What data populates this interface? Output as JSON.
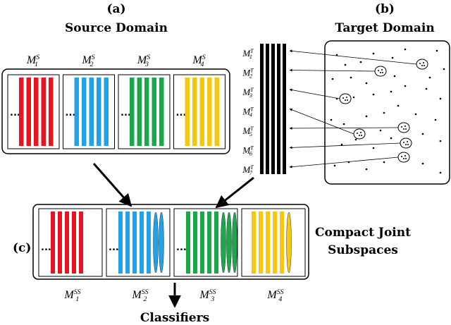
{
  "labels": {
    "panel_a": "(a)",
    "source_domain": "Source Domain",
    "panel_b": "(b)",
    "target_domain": "Target Domain",
    "panel_c": "(c)",
    "compact_joint": "Compact Joint",
    "subspaces": "Subspaces",
    "classifiers": "Classifiers",
    "ellipsis": "..."
  },
  "source_groups": [
    {
      "base": "M",
      "sub": "1",
      "sup": "S",
      "color": "#e8141f"
    },
    {
      "base": "M",
      "sub": "2",
      "sup": "S",
      "color": "#1fa2ea"
    },
    {
      "base": "M",
      "sub": "3",
      "sup": "S",
      "color": "#1aa84a"
    },
    {
      "base": "M",
      "sub": "4",
      "sup": "S",
      "color": "#f7c60f"
    }
  ],
  "target_labels": [
    {
      "base": "M",
      "sub": "1",
      "sup": "T"
    },
    {
      "base": "M",
      "sub": "2",
      "sup": "T"
    },
    {
      "base": "M",
      "sub": "3",
      "sup": "T"
    },
    {
      "base": "M",
      "sub": "4",
      "sup": "T"
    },
    {
      "base": "M",
      "sub": "5",
      "sup": "T"
    },
    {
      "base": "M",
      "sub": "6",
      "sup": "T"
    },
    {
      "base": "M",
      "sub": "7",
      "sup": "T"
    }
  ],
  "joint_groups": [
    {
      "base": "M",
      "sub": "1",
      "sup": "SS",
      "color": "#e8141f",
      "bars": 5,
      "ellipses": 0
    },
    {
      "base": "M",
      "sub": "2",
      "sup": "SS",
      "color": "#1fa2ea",
      "bars": 5,
      "ellipses": 2
    },
    {
      "base": "M",
      "sub": "3",
      "sup": "SS",
      "color": "#1aa84a",
      "bars": 5,
      "ellipses": 3
    },
    {
      "base": "M",
      "sub": "4",
      "sup": "SS",
      "color": "#f7c60f",
      "bars": 5,
      "ellipses": 1
    }
  ]
}
